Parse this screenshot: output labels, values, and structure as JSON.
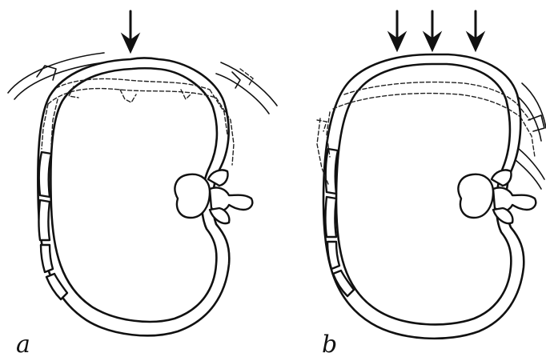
{
  "panels": [
    {
      "id": "a",
      "label": "a",
      "arrow_count": 1
    },
    {
      "id": "b",
      "label": "b",
      "arrow_count": 3
    }
  ],
  "colors": {
    "line": "#111111",
    "background": "#ffffff"
  },
  "icons": [
    "down-arrow-icon"
  ]
}
